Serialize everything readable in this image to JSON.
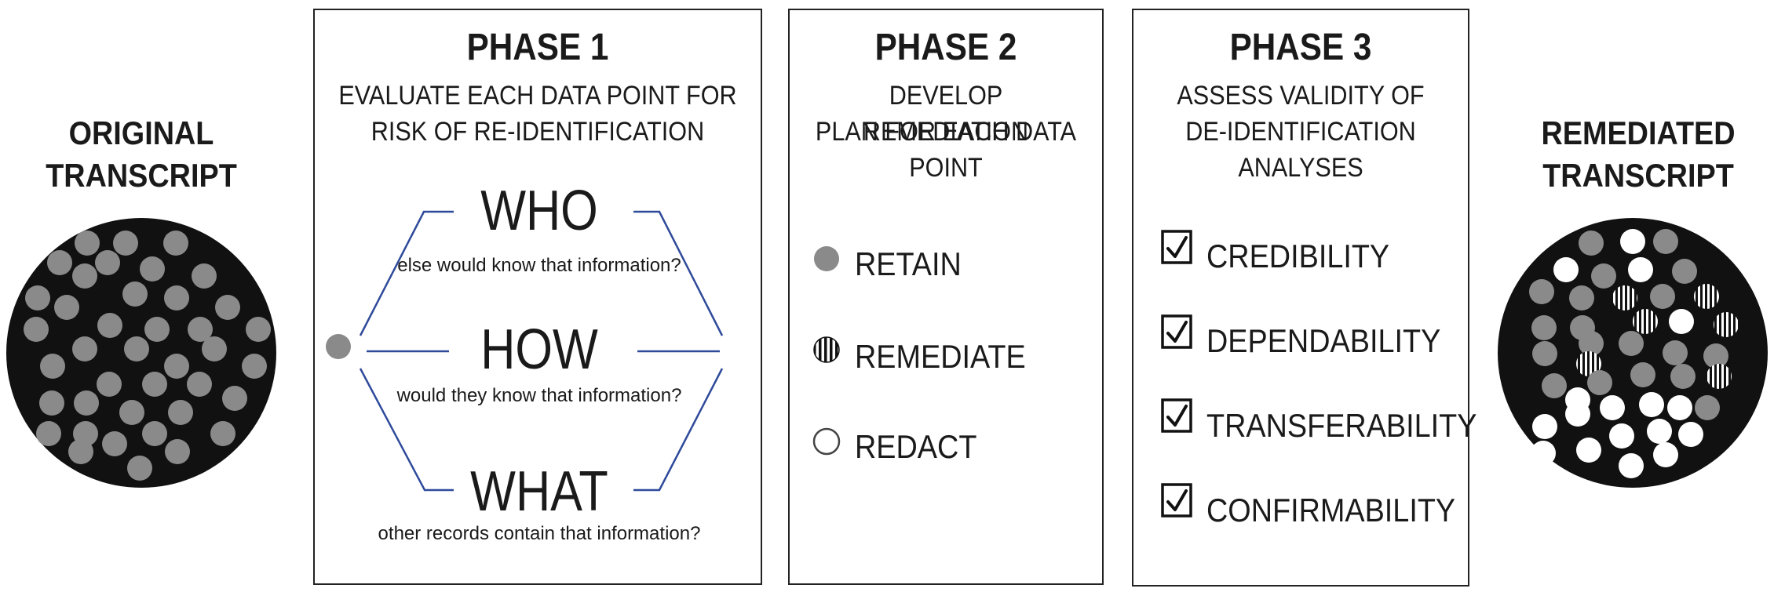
{
  "original": {
    "line1": "ORIGINAL",
    "line2": "TRANSCRIPT"
  },
  "remediated": {
    "line1": "REMEDIATED",
    "line2": "TRANSCRIPT"
  },
  "phase1": {
    "title": "PHASE 1",
    "subtitle_line1": "EVALUATE EACH DATA POINT FOR",
    "subtitle_line2": "RISK OF RE-IDENTIFICATION",
    "who": {
      "word": "WHO",
      "question": "else would know that information?"
    },
    "how": {
      "word": "HOW",
      "question": "would they know that information?"
    },
    "what": {
      "word": "WHAT",
      "question": "other records contain that information?"
    }
  },
  "phase2": {
    "title": "PHASE 2",
    "subtitle_line1": "DEVELOP REMEDIATION",
    "subtitle_line2": "PLAN FOR EACH DATA POINT",
    "items": [
      {
        "label": "RETAIN",
        "marker": "gray-filled-circle"
      },
      {
        "label": "REMEDIATE",
        "marker": "striped-circle"
      },
      {
        "label": "REDACT",
        "marker": "white-open-circle"
      }
    ]
  },
  "phase3": {
    "title": "PHASE 3",
    "subtitle_line1": "ASSESS VALIDITY OF",
    "subtitle_line2": "DE-IDENTIFICATION ANALYSES",
    "items": [
      {
        "label": "CREDIBILITY",
        "checked": true
      },
      {
        "label": "DEPENDABILITY",
        "checked": true
      },
      {
        "label": "TRANSFERABILITY",
        "checked": true
      },
      {
        "label": "CONFIRMABILITY",
        "checked": true
      }
    ]
  },
  "colors": {
    "disk": "#111111",
    "retain": "#8a8a8a",
    "redact": "#ffffff",
    "connector": "#2e4a9a",
    "border": "#222222",
    "remediate_ring": "#8b4a1a"
  }
}
